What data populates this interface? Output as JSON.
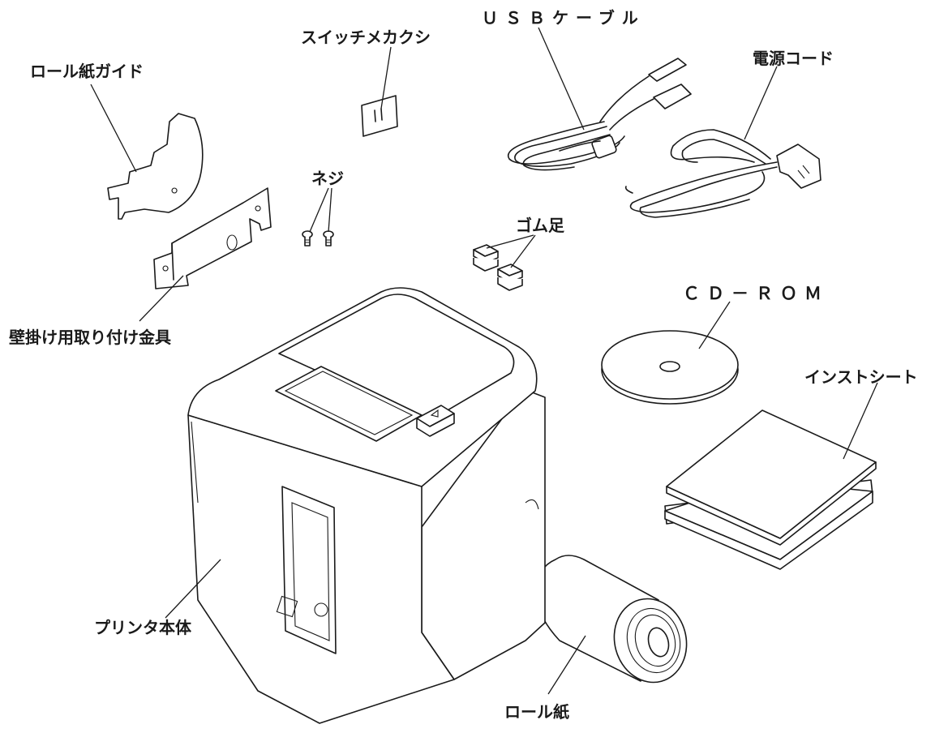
{
  "labels": {
    "roll_paper_guide": "ロール紙ガイド",
    "switch_cover": "スイッチメカクシ",
    "usb_cable": "ＵＳＢケーブル",
    "power_cord": "電源コード",
    "screws": "ネジ",
    "rubber_feet": "ゴム足",
    "wall_bracket": "壁掛け用取り付け金具",
    "cd_rom": "ＣＤ－ＲＯＭ",
    "install_sheet": "インストシート",
    "printer_body": "プリンタ本体",
    "roll_paper": "ロール紙"
  }
}
